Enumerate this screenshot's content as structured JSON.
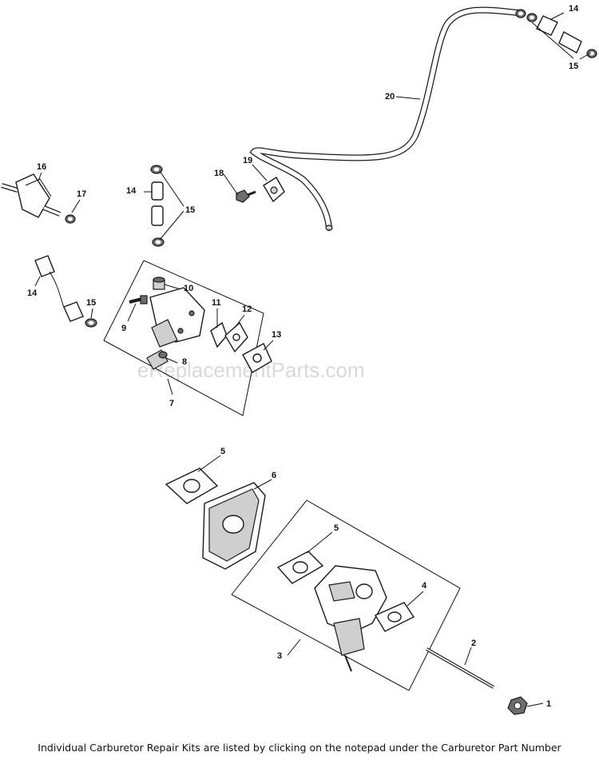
{
  "watermark": "eReplacementParts.com",
  "callouts": [
    "1",
    "2",
    "3",
    "4",
    "5",
    "5",
    "6",
    "7",
    "8",
    "9",
    "10",
    "11",
    "12",
    "13",
    "14",
    "14",
    "14",
    "15",
    "15",
    "15",
    "16",
    "17",
    "18",
    "19",
    "20"
  ],
  "footer": "Individual Carburetor Repair Kits are listed by clicking on the notepad under the Carburetor Part Number"
}
